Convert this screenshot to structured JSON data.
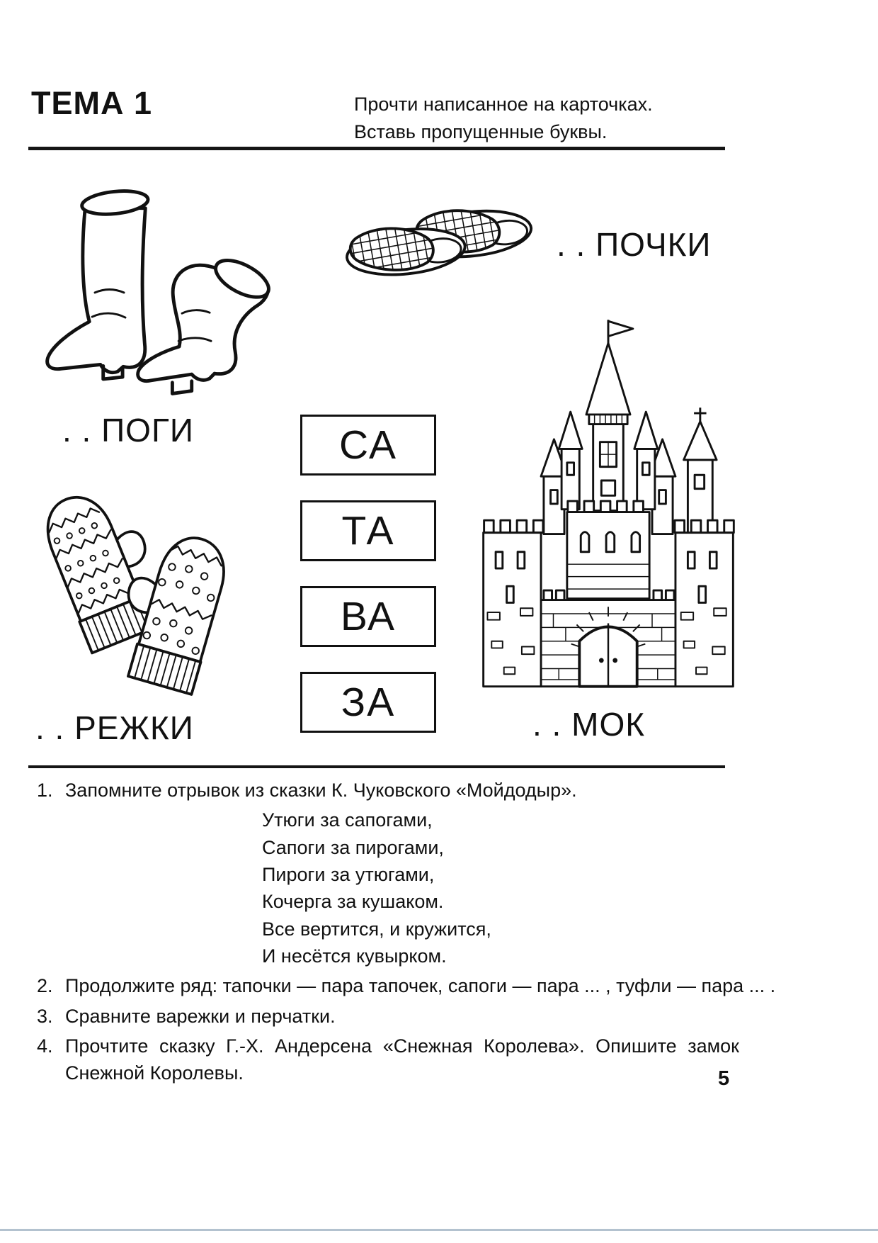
{
  "header": {
    "theme_title": "ТЕМА 1",
    "instruction_line1": "Прочти написанное на карточках.",
    "instruction_line2": "Вставь пропущенные буквы."
  },
  "exercise": {
    "captions": {
      "boots": ". . ПОГИ",
      "slippers": ". . ПОЧКИ",
      "mittens": ". . РЕЖКИ",
      "castle": ". . МОК"
    },
    "syllable_cards": [
      "СА",
      "ТА",
      "ВА",
      "ЗА"
    ]
  },
  "tasks": [
    {
      "number": "1.",
      "text": "Запомните отрывок из сказки К. Чуковского «Мойдодыр».",
      "poem": [
        "Утюги за сапогами,",
        "Сапоги за пирогами,",
        "Пироги за утюгами,",
        "Кочерга за кушаком.",
        "Все вертится, и кружится,",
        "И несётся кувырком."
      ]
    },
    {
      "number": "2.",
      "text": "Продолжите ряд: тапочки — пара тапочек, сапоги — пара ... , туфли — пара ... ."
    },
    {
      "number": "3.",
      "text": "Сравните варежки и перчатки."
    },
    {
      "number": "4.",
      "text": "Прочтите сказку Г.-Х. Андерсена «Снежная Королева». Опишите замок Снежной Королевы."
    }
  ],
  "footer": {
    "page_number": "5"
  }
}
